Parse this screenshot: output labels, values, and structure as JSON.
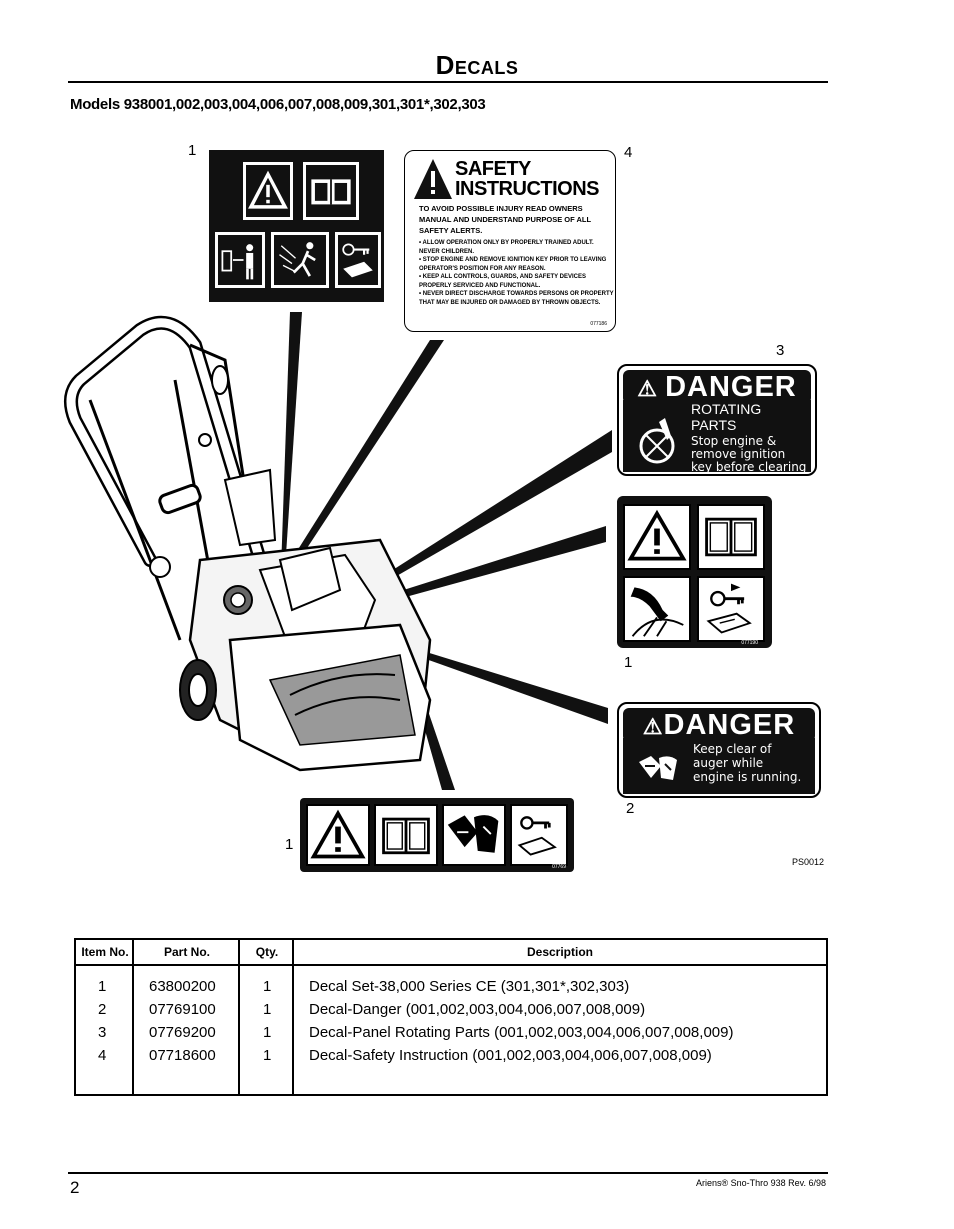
{
  "page": {
    "title": "Decals",
    "models": "Models 938001,002,003,004,006,007,008,009,301,301*,302,303",
    "figure_code": "PS0012",
    "page_number": "2",
    "footer": "Ariens® Sno-Thro 938 Rev. 6/98"
  },
  "callouts": {
    "top_left": "1",
    "safety": "4",
    "rotating": "3",
    "panel_right": "1",
    "danger_auger": "2",
    "bottom": "1"
  },
  "safety_decal": {
    "heading_line1": "SAFETY",
    "heading_line2": "INSTRUCTIONS",
    "lead": "TO AVOID POSSIBLE INJURY READ OWNERS MANUAL AND UNDERSTAND PURPOSE OF ALL SAFETY ALERTS.",
    "bullets": [
      "• ALLOW OPERATION ONLY BY PROPERLY TRAINED ADULT. NEVER CHILDREN.",
      "• STOP ENGINE AND REMOVE IGNITION KEY PRIOR TO LEAVING OPERATOR'S POSITION FOR ANY REASON.",
      "• KEEP ALL CONTROLS, GUARDS, AND SAFETY DEVICES PROPERLY SERVICED AND FUNCTIONAL.",
      "• NEVER DIRECT DISCHARGE TOWARDS PERSONS OR PROPERTY THAT MAY BE INJURED OR DAMAGED BY THROWN OBJECTS."
    ],
    "code": "077186"
  },
  "danger_rotating": {
    "banner": "DANGER",
    "line1": "ROTATING",
    "line2": "PARTS",
    "text1": "Stop engine &",
    "text2": "remove ignition",
    "text3": "key before clearing"
  },
  "danger_auger": {
    "banner": "DANGER",
    "text1": "Keep clear of",
    "text2": "auger while",
    "text3": "engine is running."
  },
  "panel_code": "077190",
  "bottom_code": "07769",
  "parts_table": {
    "headers": [
      "Item No.",
      "Part No.",
      "Qty.",
      "Description"
    ],
    "rows": [
      {
        "item": "1",
        "part": "63800200",
        "qty": "1",
        "desc": "Decal Set-38,000 Series CE (301,301*,302,303)"
      },
      {
        "item": "2",
        "part": "07769100",
        "qty": "1",
        "desc": "Decal-Danger (001,002,003,004,006,007,008,009)"
      },
      {
        "item": "3",
        "part": "07769200",
        "qty": "1",
        "desc": "Decal-Panel Rotating Parts (001,002,003,004,006,007,008,009)"
      },
      {
        "item": "4",
        "part": "07718600",
        "qty": "1",
        "desc": "Decal-Safety Instruction (001,002,003,004,006,007,008,009)"
      }
    ]
  }
}
